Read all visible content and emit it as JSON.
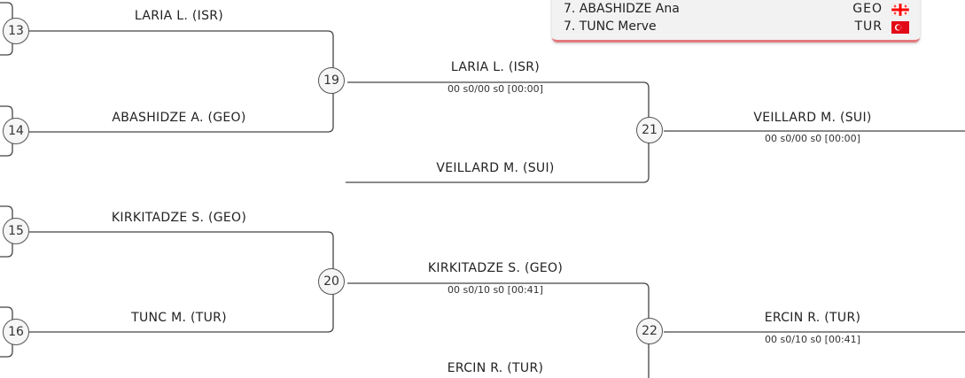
{
  "legend": {
    "entries": [
      {
        "name": "7. ABASHIDZE Ana",
        "code": "GEO",
        "flag": "georgia-flag"
      },
      {
        "name": "7. TUNC Merve",
        "code": "TUR",
        "flag": "turkey-flag"
      }
    ]
  },
  "nodes": {
    "n13": "13",
    "n14": "14",
    "n15": "15",
    "n16": "16",
    "n19": "19",
    "n20": "20",
    "n21": "21",
    "n22": "22"
  },
  "players": {
    "r1_laria": "LARIA L. (ISR)",
    "r1_abashidze": "ABASHIDZE A. (GEO)",
    "r1_kirkitadze": "KIRKITADZE S. (GEO)",
    "r1_tunc": "TUNC M. (TUR)",
    "r2_laria": "LARIA L. (ISR)",
    "r2_veillard": "VEILLARD M. (SUI)",
    "r2_kirkitadze": "KIRKITADZE S. (GEO)",
    "r2_ercin": "ERCIN R. (TUR)",
    "r3_veillard": "VEILLARD M. (SUI)",
    "r3_ercin": "ERCIN R. (TUR)"
  },
  "scores": {
    "m19": "00 s0/00 s0 [00:00]",
    "m20": "00 s0/10 s0 [00:41]",
    "m21": "00 s0/00 s0 [00:00]",
    "m22": "00 s0/10 s0 [00:41]"
  },
  "colors": {
    "line": "#444444",
    "legend_bg": "#f2f2f2",
    "legend_accent": "#e47a7e",
    "turkey_red": "#e30a17",
    "georgia_red": "#ff0000"
  }
}
